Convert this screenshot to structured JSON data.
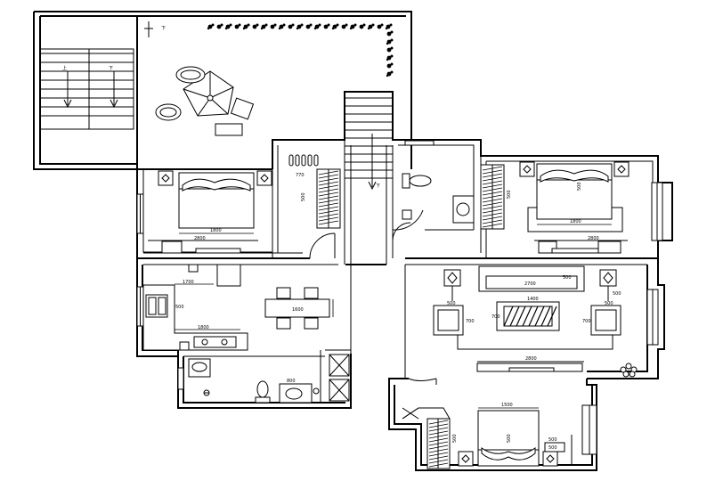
{
  "labels": {
    "terrace_down": "下",
    "stair_up": "上",
    "stair_down": "下",
    "center_stair_down": "下"
  },
  "dimensions": {
    "bed_left_width": "1800",
    "cabinet_left_width": "2800",
    "wardrobe_left_width": "770",
    "wardrobe_left_height": "500",
    "bed_right_width": "1800",
    "bed_right_length": "500",
    "cabinet_right_width": "2800",
    "wardrobe_right_height": "500",
    "counter_top_width": "1700",
    "counter_bottom_width": "1800",
    "counter_side": "500",
    "dining_table_width": "1600",
    "sofa_width": "2700",
    "sofa_depth": "500",
    "coffee_table_width": "1400",
    "coffee_table_depth": "700",
    "armchair_left_size": "500",
    "armchair_right_size": "500",
    "armchair_left_depth": "700",
    "armchair_right_depth": "700",
    "tv_cabinet_width": "2800",
    "bed_bottom_width": "1500",
    "bed_bottom_length": "500",
    "wardrobe_bottom_height": "500",
    "desk_bottom": "500",
    "side_table_left": "500",
    "side_table_right": "500",
    "vanity_width": "800"
  }
}
